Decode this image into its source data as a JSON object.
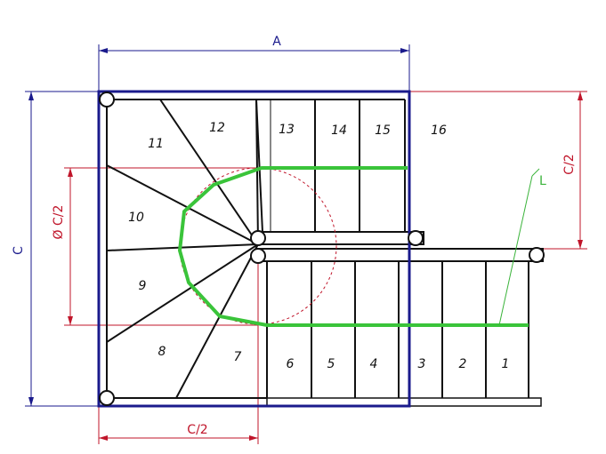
{
  "dimensions": {
    "a": "A",
    "c": "C",
    "half_c": "C/2",
    "diameter": "Ø C/2",
    "half_c_bottom": "C/2",
    "walk_line": "L"
  },
  "steps": [
    "1",
    "2",
    "3",
    "4",
    "5",
    "6",
    "7",
    "8",
    "9",
    "10",
    "11",
    "12",
    "13",
    "14",
    "15",
    "16"
  ],
  "colors": {
    "frame": "#1a1a8c",
    "walk_line": "#3ac43a",
    "dim_red": "#c0152a",
    "dim_blue": "#1a1a8c",
    "dim_green": "#3ab33a",
    "stair_line": "#111111"
  }
}
